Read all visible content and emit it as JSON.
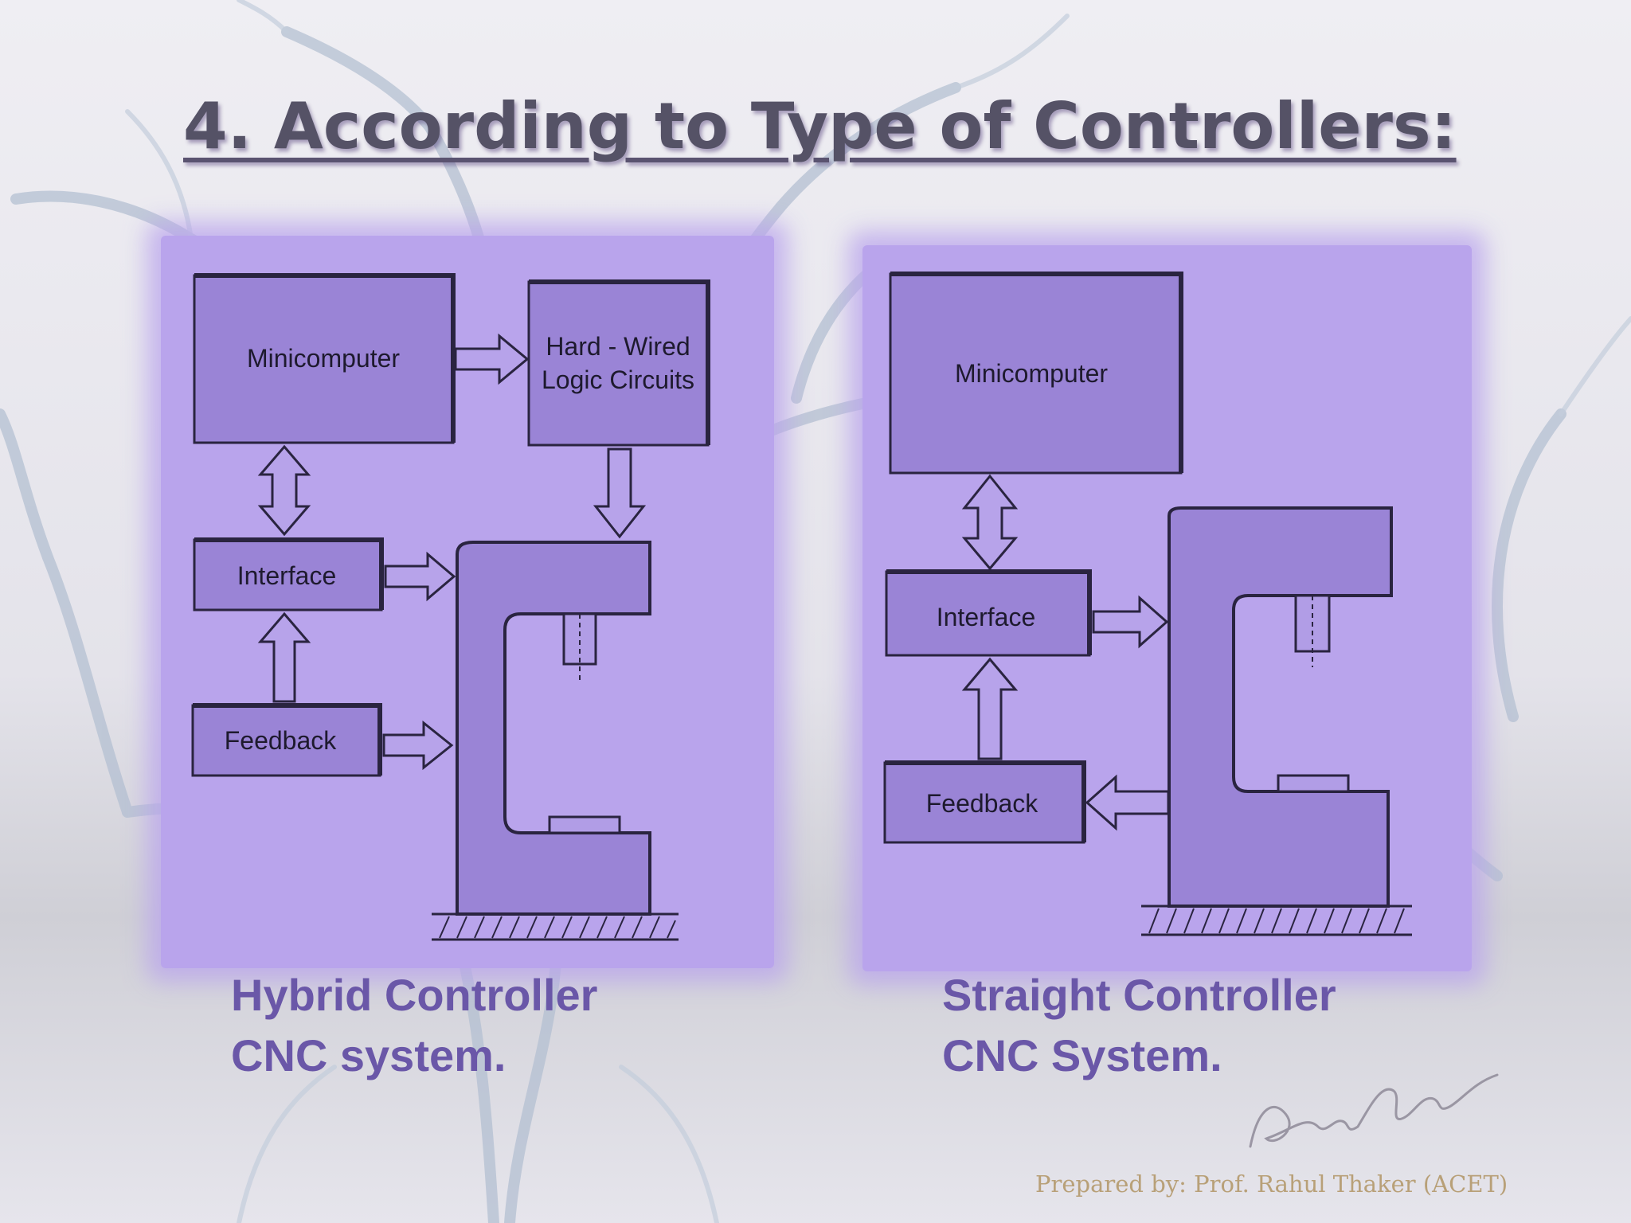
{
  "slide": {
    "title": "4. According to Type of Controllers:",
    "footer": "Prepared by: Prof. Rahul Thaker (ACET)"
  },
  "diagrams": {
    "hybrid": {
      "minicomputer": "Minicomputer",
      "hardwired_line1": "Hard - Wired",
      "hardwired_line2": "Logic Circuits",
      "interface": "Interface",
      "feedback": "Feedback",
      "caption_line1": "Hybrid Controller",
      "caption_line2": "CNC system."
    },
    "straight": {
      "minicomputer": "Minicomputer",
      "interface": "Interface",
      "feedback": "Feedback",
      "caption_line1": "Straight Controller",
      "caption_line2": "CNC System."
    }
  },
  "colors": {
    "panel": "#b9a4ec",
    "caption": "#6a57a8",
    "title": "#555266",
    "footer": "#b8a078"
  }
}
